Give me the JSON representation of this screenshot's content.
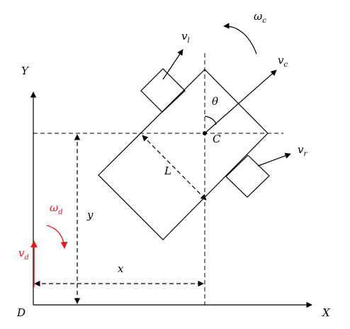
{
  "axes": {
    "x_label": "X",
    "y_label": "Y",
    "origin_label": "D"
  },
  "robot": {
    "center_label": "C",
    "angle_label": "θ",
    "width_label": "L"
  },
  "velocities": {
    "left": {
      "main": "v",
      "sub": "l"
    },
    "center": {
      "main": "v",
      "sub": "c"
    },
    "right": {
      "main": "v",
      "sub": "r"
    },
    "angular_center": {
      "main": "ω",
      "sub": "c"
    },
    "drive_linear": {
      "main": "v",
      "sub": "d"
    },
    "drive_angular": {
      "main": "ω",
      "sub": "d"
    }
  },
  "dimensions": {
    "x": "x",
    "y": "y"
  },
  "colors": {
    "line": "#000000",
    "highlight": "#e41a1c"
  }
}
